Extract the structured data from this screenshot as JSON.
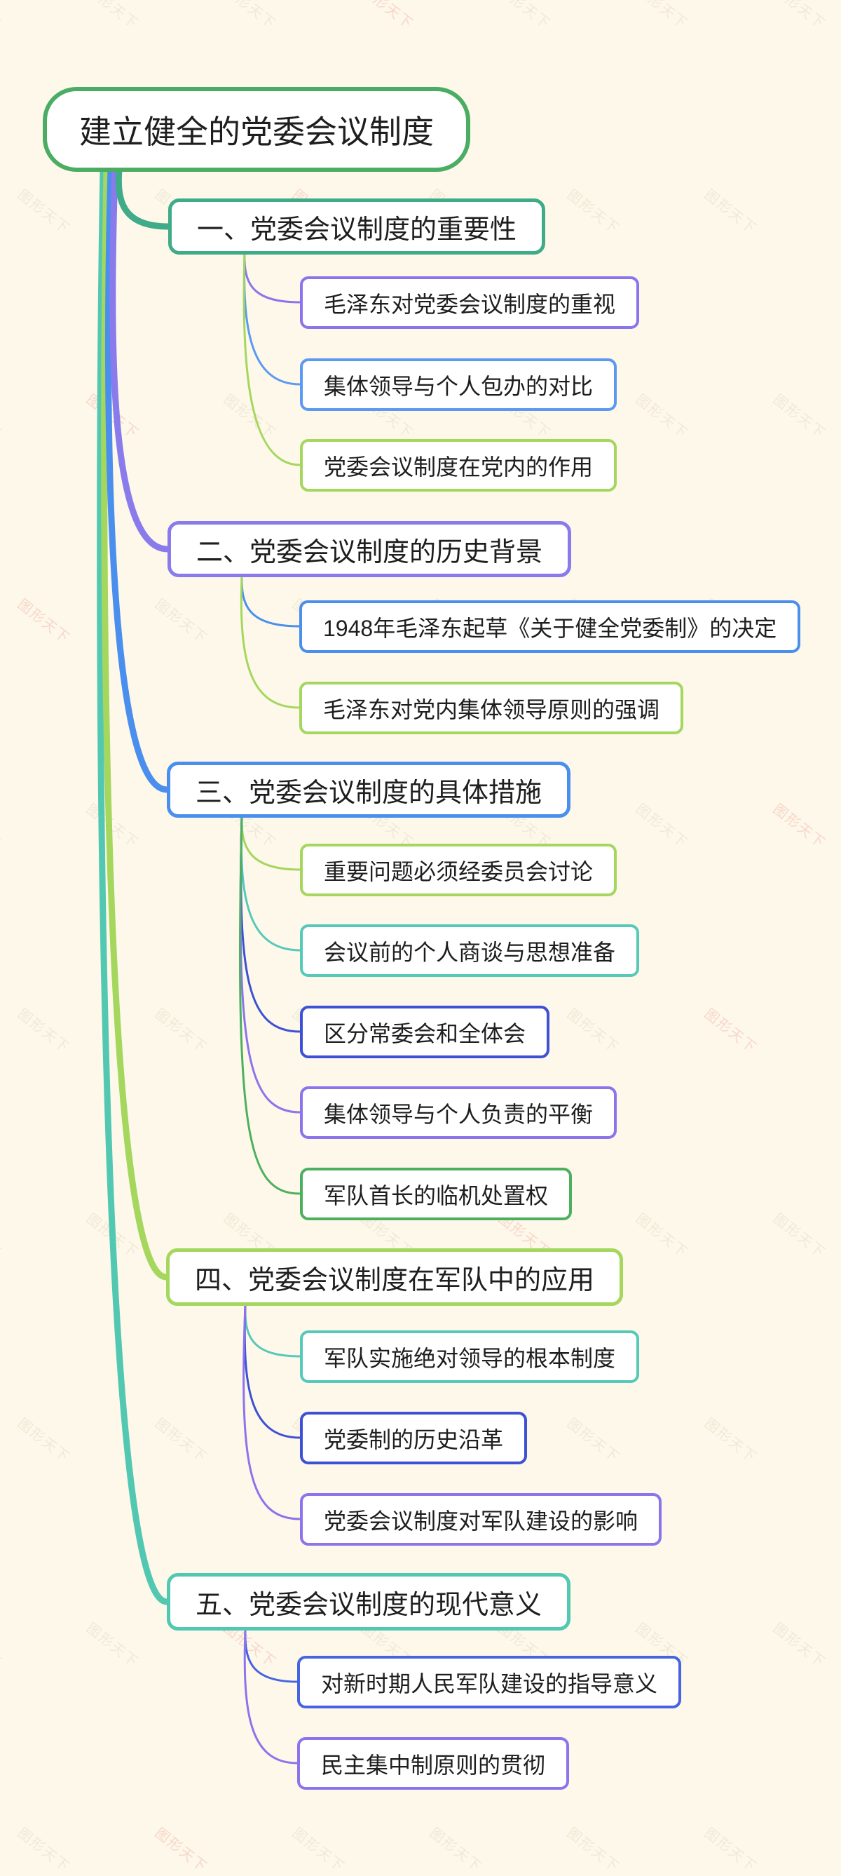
{
  "canvas": {
    "background_color": "#FDF8E9",
    "watermark_text": "图形天下"
  },
  "root": {
    "label": "建立健全的党委会议制度",
    "color": "#4BAD63"
  },
  "branches": [
    {
      "label": "一、党委会议制度的重要性",
      "color": "#3FAB88",
      "children": [
        {
          "label": "毛泽东对党委会议制度的重视",
          "color": "#8B74EC"
        },
        {
          "label": "集体领导与个人包办的对比",
          "color": "#5B9AF2"
        },
        {
          "label": "党委会议制度在党内的作用",
          "color": "#A5D75E"
        }
      ]
    },
    {
      "label": "二、党委会议制度的历史背景",
      "color": "#8A7BEC",
      "children": [
        {
          "label": "1948年毛泽东起草《关于健全党委制》的决定",
          "color": "#4B8FEE"
        },
        {
          "label": "毛泽东对党内集体领导原则的强调",
          "color": "#A5D75E"
        }
      ]
    },
    {
      "label": "三、党委会议制度的具体措施",
      "color": "#4B8FEE",
      "children": [
        {
          "label": "重要问题必须经委员会讨论",
          "color": "#A5D75E"
        },
        {
          "label": "会议前的个人商谈与思想准备",
          "color": "#56C9BB"
        },
        {
          "label": "区分常委会和全体会",
          "color": "#3D50D6"
        },
        {
          "label": "集体领导与个人负责的平衡",
          "color": "#8B74EC"
        },
        {
          "label": "军队首长的临机处置权",
          "color": "#4DB05F"
        }
      ]
    },
    {
      "label": "四、党委会议制度在军队中的应用",
      "color": "#A5D75E",
      "children": [
        {
          "label": "军队实施绝对领导的根本制度",
          "color": "#56C9BB"
        },
        {
          "label": "党委制的历史沿革",
          "color": "#3D50D6"
        },
        {
          "label": "党委会议制度对军队建设的影响",
          "color": "#8B74EC"
        }
      ]
    },
    {
      "label": "五、党委会议制度的现代意义",
      "color": "#52C8B2",
      "children": [
        {
          "label": "对新时期人民军队建设的指导意义",
          "color": "#4763E2"
        },
        {
          "label": "民主集中制原则的贯彻",
          "color": "#8B74EC"
        }
      ]
    }
  ]
}
